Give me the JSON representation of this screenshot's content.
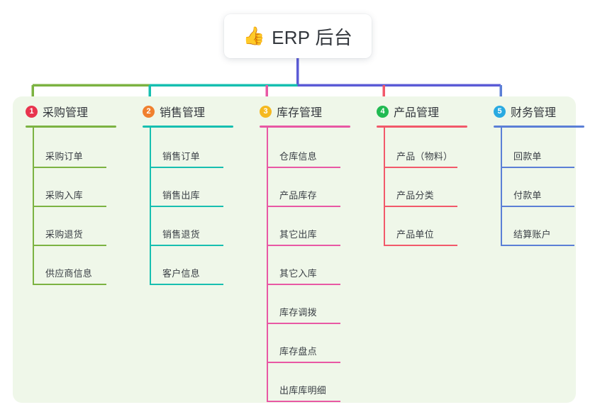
{
  "root": {
    "icon": "thumbs-up-icon",
    "icon_glyph": "👍",
    "title": "ERP 后台"
  },
  "palette": {
    "page_background": "#ffffff",
    "panel_background": "#eff7e9",
    "text": "#33373d",
    "root_connector": "#5b5bd6"
  },
  "columns": [
    {
      "index": "1",
      "title": "采购管理",
      "badge_color": "#e8344e",
      "line_color": "#7cb342",
      "items": [
        "采购订单",
        "采购入库",
        "采购退货",
        "供应商信息"
      ]
    },
    {
      "index": "2",
      "title": "销售管理",
      "badge_color": "#f0802f",
      "line_color": "#17bfb0",
      "items": [
        "销售订单",
        "销售出库",
        "销售退货",
        "客户信息"
      ]
    },
    {
      "index": "3",
      "title": "库存管理",
      "badge_color": "#f5b921",
      "line_color": "#e858a4",
      "items": [
        "仓库信息",
        "产品库存",
        "其它出库",
        "其它入库",
        "库存调拨",
        "库存盘点",
        "出库库明细"
      ]
    },
    {
      "index": "4",
      "title": "产品管理",
      "badge_color": "#21ba52",
      "line_color": "#f2596a",
      "items": [
        "产品（物料）",
        "产品分类",
        "产品单位"
      ]
    },
    {
      "index": "5",
      "title": "财务管理",
      "badge_color": "#29aae1",
      "line_color": "#5b7fd6",
      "items": [
        "回款单",
        "付款单",
        "结算账户"
      ]
    }
  ]
}
